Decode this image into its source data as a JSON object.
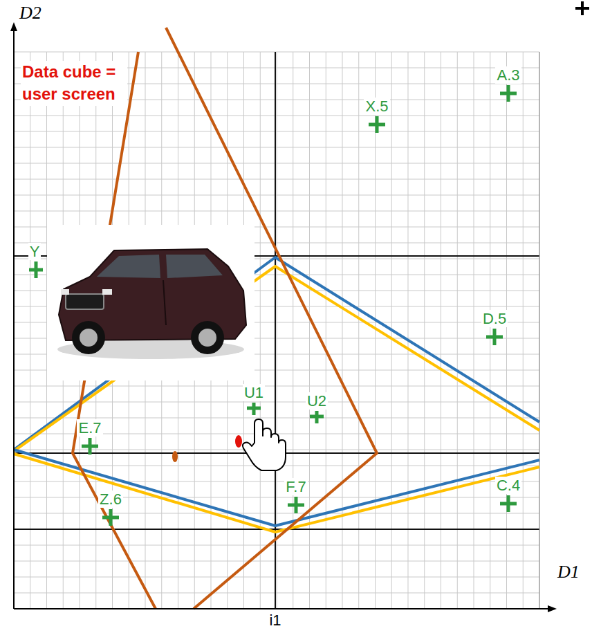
{
  "diagram": {
    "labels": [
      "D2",
      "Data cube = user screen",
      "A.3",
      "X.5",
      "Y",
      "D.5",
      "U1",
      "U2",
      "E.7",
      "F.7",
      "C.4",
      "Z.6",
      "D1",
      "i1"
    ]
  }
}
